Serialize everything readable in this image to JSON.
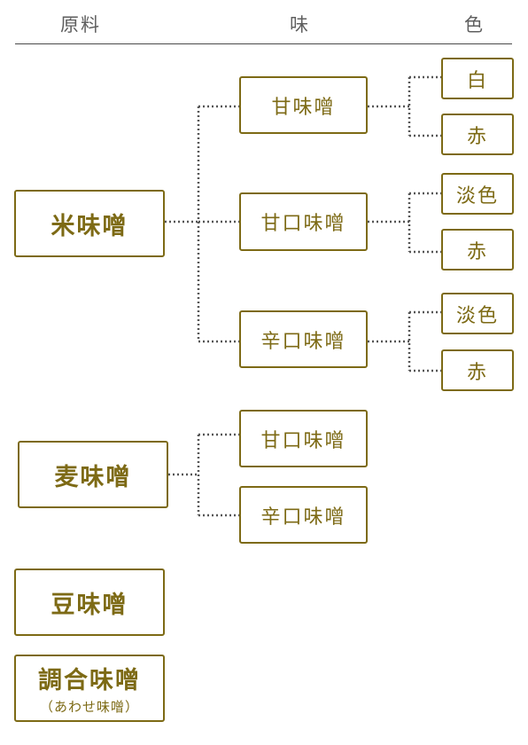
{
  "header": {
    "col_ingredient": "原料",
    "col_taste": "味",
    "col_color": "色"
  },
  "ingredients": {
    "kome": "米味噌",
    "mugi": "麦味噌",
    "mame": "豆味噌",
    "chogo": "調合味噌",
    "chogo_sub": "（あわせ味噌）"
  },
  "tastes": {
    "kome_amami": "甘味噌",
    "kome_amakuchi": "甘口味噌",
    "kome_karakuchi": "辛口味噌",
    "mugi_amakuchi": "甘口味噌",
    "mugi_karakuchi": "辛口味噌"
  },
  "colors": {
    "amami_white": "白",
    "amami_red": "赤",
    "amakuchi_light": "淡色",
    "amakuchi_red": "赤",
    "karakuchi_light": "淡色",
    "karakuchi_red": "赤"
  },
  "style": {
    "accent": "#7d6a15",
    "connector": "#555555",
    "header_text": "#5f5f5f"
  }
}
